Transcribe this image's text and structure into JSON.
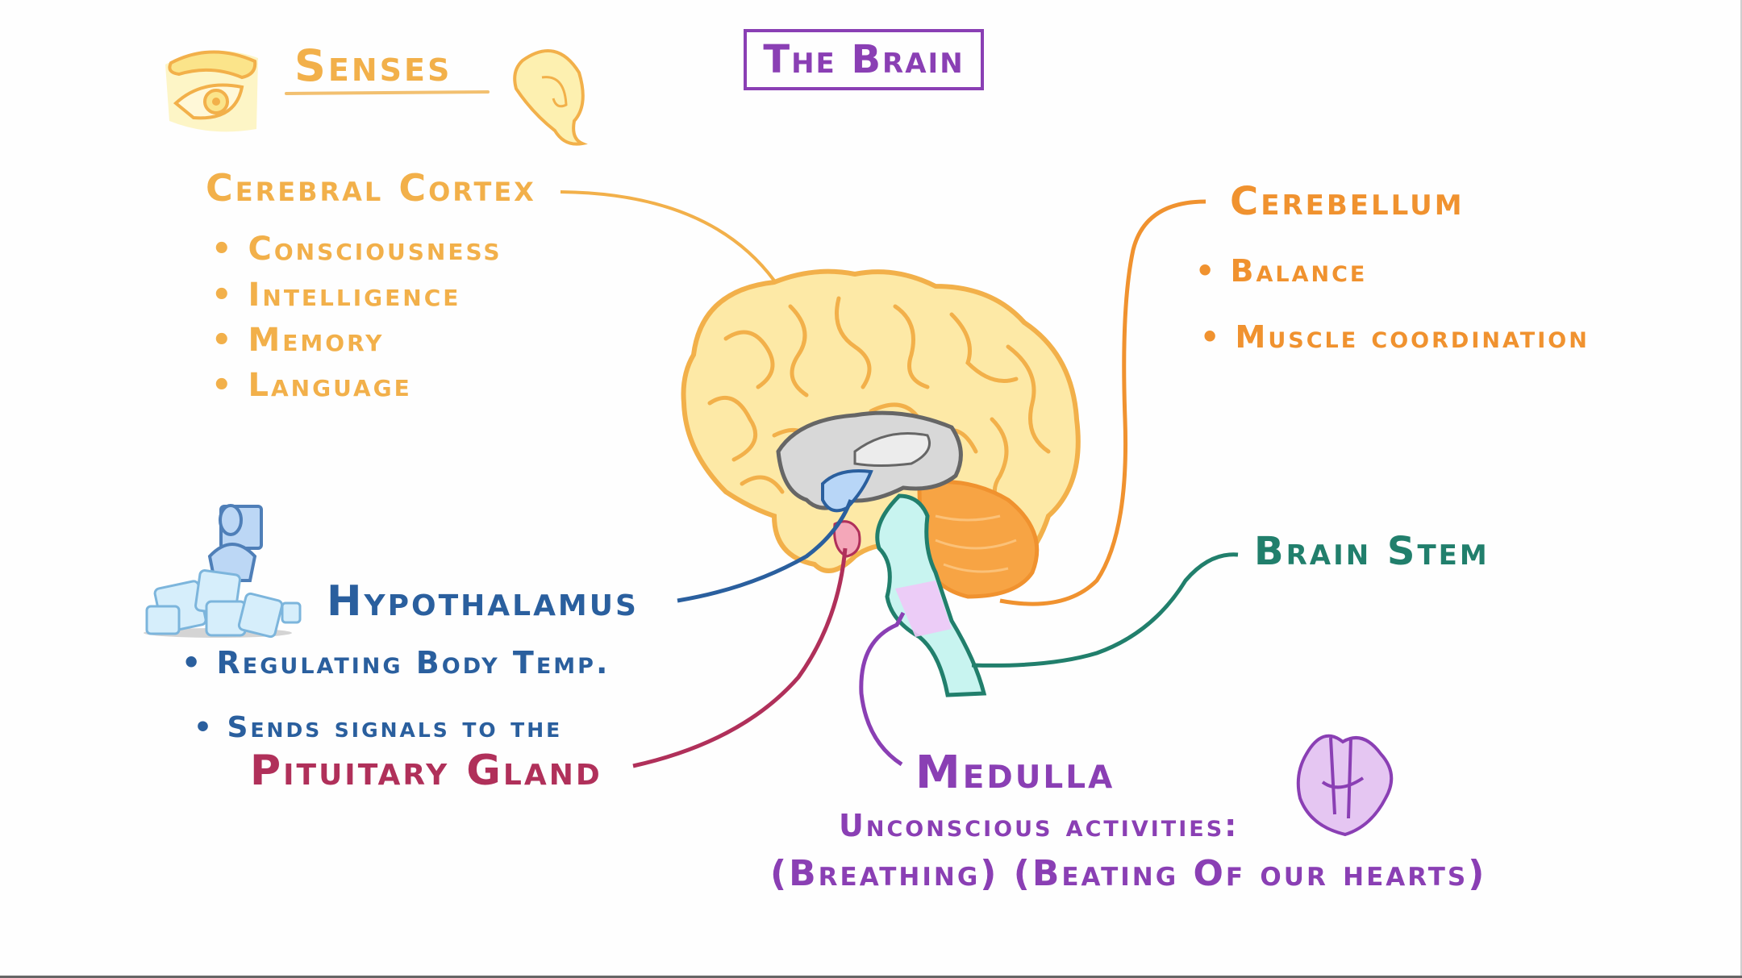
{
  "title": "The Brain",
  "senses": {
    "label": "Senses",
    "icons": [
      "eye-icon",
      "ear-icon"
    ]
  },
  "cerebral_cortex": {
    "label": "Cerebral Cortex",
    "bullets": [
      "Consciousness",
      "Intelligence",
      "Memory",
      "Language"
    ]
  },
  "cerebellum": {
    "label": "Cerebellum",
    "bullets": [
      "Balance",
      "Muscle coordination"
    ]
  },
  "hypothalamus": {
    "label": "Hypothalamus",
    "bullets": [
      "Regulating Body Temp.",
      "Sends signals to the"
    ],
    "icon": "person-on-ice-icon"
  },
  "pituitary": {
    "label": "Pituitary Gland"
  },
  "brain_stem": {
    "label": "Brain Stem"
  },
  "medulla": {
    "label": "Medulla",
    "subtitle": "Unconscious activities:",
    "examples": "(Breathing) (Beating Of our hearts)",
    "icon": "heart-icon"
  },
  "colors": {
    "cortex": "#f2b04a",
    "cerebellum": "#f0922f",
    "hypothalamus": "#2a5f9e",
    "pituitary": "#b0305a",
    "brain_stem": "#217f6c",
    "medulla": "#8a3fb4"
  }
}
